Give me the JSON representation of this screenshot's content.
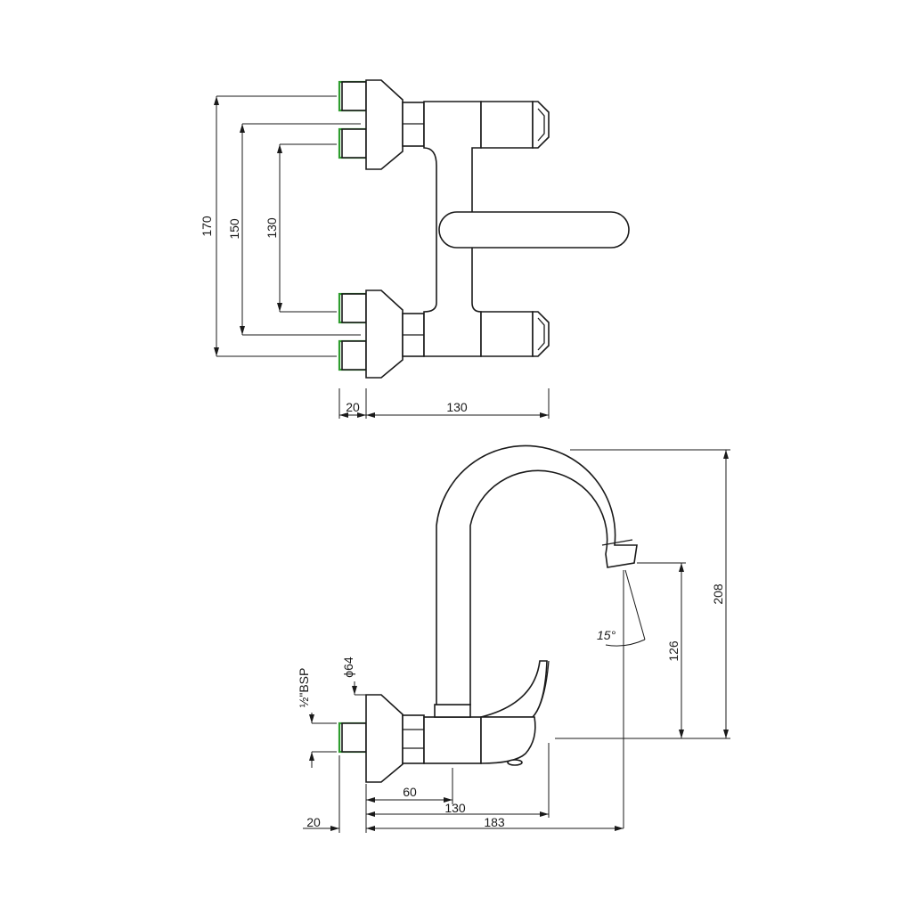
{
  "top_view": {
    "dim_170": "170",
    "dim_150": "150",
    "dim_130_vertical": "130",
    "dim_20": "20",
    "dim_130_horizontal": "130"
  },
  "side_view": {
    "dim_diameter": "ϕ64",
    "dim_thread": "½\"BSP",
    "dim_angle": "15°",
    "dim_126": "126",
    "dim_208": "208",
    "dim_60": "60",
    "dim_130": "130",
    "dim_183": "183",
    "dim_20": "20"
  },
  "colors": {
    "outline": "#1a1a1a",
    "inlet_highlight": "#2e9e2e",
    "background": "#ffffff"
  }
}
